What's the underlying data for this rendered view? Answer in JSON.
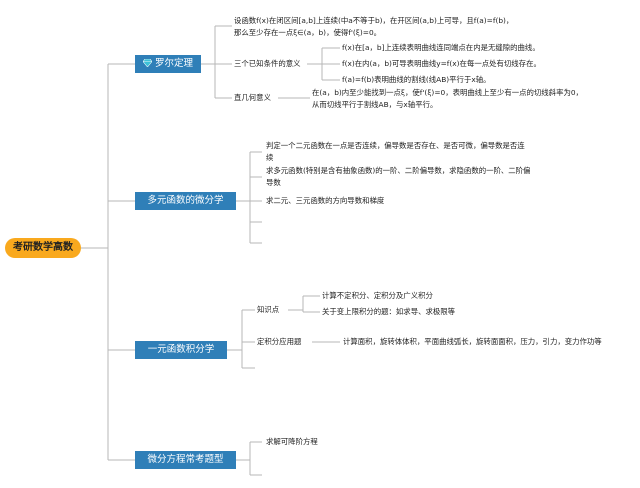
{
  "root": {
    "label": "考研数学高数"
  },
  "branches": [
    {
      "label": "罗尔定理",
      "icon": "diamond-icon"
    },
    {
      "label": "多元函数的微分学"
    },
    {
      "label": "一元函数积分学"
    },
    {
      "label": "微分方程常考题型"
    }
  ],
  "rolle": {
    "statement_l1": "设函数f(x)在闭区间[a,b]上连续(中a不等于b)，在开区间(a,b)上可导，且f(a)=f(b)，",
    "statement_l2": "那么至少存在一点ξ∈(a，b)，使得f'(ξ)=0。",
    "conditions_label": "三个已知条件的意义",
    "conditions": [
      "f(x)在[a，b]上连续表明曲线连同端点在内是无缝隙的曲线。",
      "f(x)在内(a，b)可导表明曲线y=f(x)在每一点处有切线存在。",
      "f(a)=f(b)表明曲线的割线(线AB)平行于x轴。"
    ],
    "geometry_label": "直几何意义",
    "geometry_l1": "在(a，b)内至少能找到一点ξ，使f'(ξ)=0，表明曲线上至少有一点的切线斜率为0，",
    "geometry_l2": "从而切线平行于割线AB，与x轴平行。"
  },
  "multi": {
    "item1_l1": "判定一个二元函数在一点是否连续，偏导数是否存在、是否可微，偏导数是否连",
    "item1_l2": "续",
    "item2_l1": "求多元函数(特别是含有抽象函数)的一阶、二阶偏导数，求隐函数的一阶、二阶偏",
    "item2_l2": "导数",
    "item3": "求二元、三元函数的方向导数和梯度"
  },
  "integral": {
    "knowledge_label": "知识点",
    "knowledge": [
      "计算不定积分、定积分及广义积分",
      "关于变上限积分的题：如求导、求极限等"
    ],
    "apps_label": "定积分应用题",
    "apps": "计算面积，旋转体体积，平面曲线弧长，旋转面面积，压力，引力，变力作功等"
  },
  "ode": {
    "item1": "求解可降阶方程"
  },
  "colors": {
    "root": "#f9a91e",
    "branch": "#2f7fb8",
    "line": "#b7b7b7",
    "gem": "#3ec1d8"
  }
}
